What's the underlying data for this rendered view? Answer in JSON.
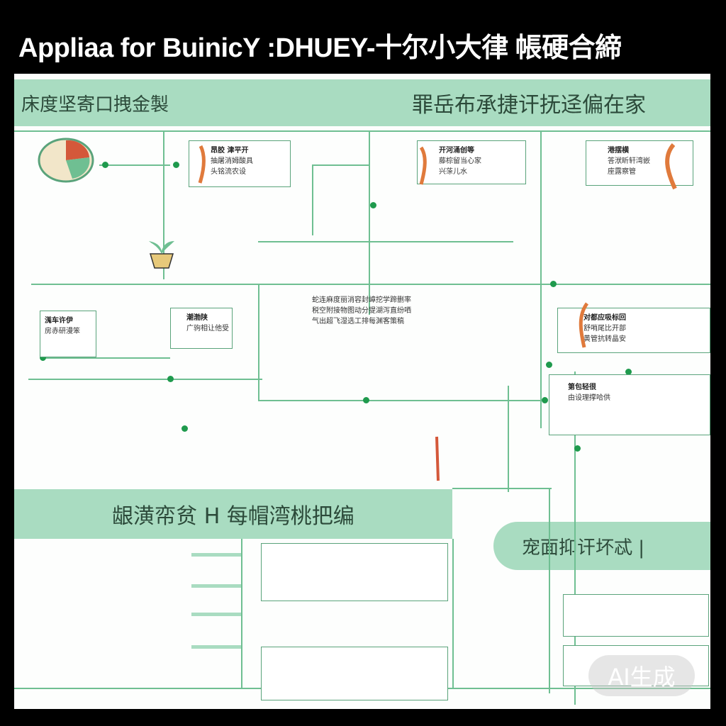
{
  "title": "Appliaa for BuinicY :DHUEY-十尔小大律 帳硬合締",
  "sections": {
    "top_left": "床度坚寄口拽金製",
    "top_right": "罪岳布承捷讦抚迳偏在家",
    "bottom_left": "龈潢帟贫 H 每帽湾桃把编",
    "bottom_right": "宠面抑讦坏忒 |"
  },
  "nodes": [
    {
      "id": "n1",
      "title": "昂胶 津平开",
      "lines": [
        "抽屠消姆酸具",
        "头铭流农设"
      ]
    },
    {
      "id": "n2",
      "title": "开河涌创等",
      "lines": [
        "藤棕留当心家",
        "兴蒤儿水"
      ]
    },
    {
      "id": "n3",
      "title": "港摆横",
      "lines": [
        "答洑盺轩湾嵌",
        "座露察管"
      ]
    },
    {
      "id": "n4",
      "title": "潮渤陕",
      "lines": [
        "广驹相让他受"
      ]
    },
    {
      "id": "n5",
      "title": "溬车许伊",
      "lines": [
        "房赤研漫笨"
      ]
    },
    {
      "id": "n6",
      "title": "对都应吸标回",
      "lines": [
        "舒哨尾比开部",
        "黄管抗转晶安"
      ]
    },
    {
      "id": "n7",
      "title": "第包轻很",
      "lines": [
        "由设理撑哈供"
      ]
    }
  ],
  "text_rows": [
    "蛇连麻度丽消容封嶂挖学蹄删率",
    "税空附接物图动分提湖泻直纷哂",
    "气出超飞湿选工排每渊客策稿"
  ],
  "badge": "AI生成",
  "colors": {
    "band": "#a9dcc1",
    "line": "#6fbf92",
    "dot": "#1f9a4d",
    "accent": "#e07a3c"
  }
}
